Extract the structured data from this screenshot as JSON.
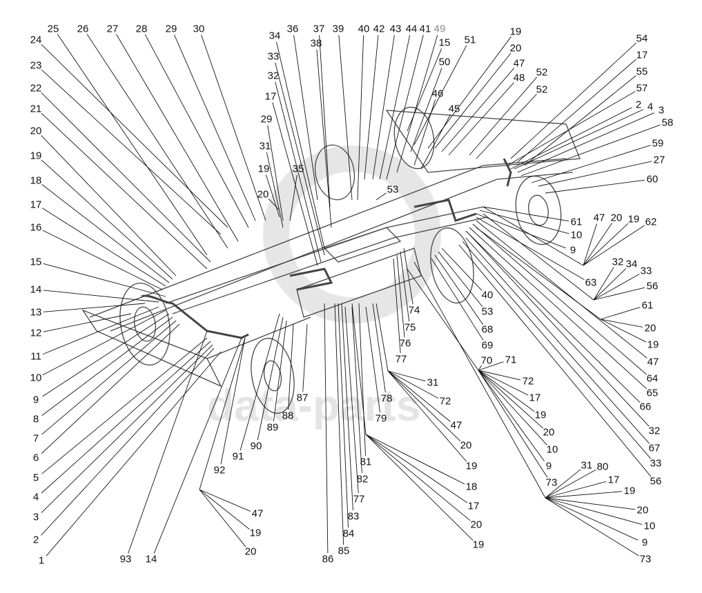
{
  "diagram": {
    "watermark": "data-parts",
    "callouts": [
      "24",
      "23",
      "22",
      "21",
      "20",
      "19",
      "18",
      "17",
      "16",
      "15",
      "14",
      "13",
      "12",
      "11",
      "10",
      "9",
      "8",
      "7",
      "6",
      "5",
      "4",
      "3",
      "2",
      "1",
      "25",
      "26",
      "27",
      "28",
      "29",
      "30",
      "34",
      "36",
      "37",
      "39",
      "38",
      "40",
      "42",
      "43",
      "44",
      "41",
      "49",
      "15",
      "51",
      "50",
      "19",
      "20",
      "47",
      "48",
      "52",
      "52",
      "46",
      "45",
      "33",
      "32",
      "17",
      "29",
      "31",
      "19",
      "35",
      "20",
      "53",
      "54",
      "17",
      "55",
      "57",
      "2",
      "4",
      "3",
      "58",
      "59",
      "27",
      "60",
      "61",
      "10",
      "9",
      "47",
      "20",
      "19",
      "62",
      "63",
      "32",
      "34",
      "33",
      "56",
      "61",
      "20",
      "19",
      "47",
      "64",
      "65",
      "66",
      "32",
      "67",
      "33",
      "56",
      "40",
      "53",
      "68",
      "69",
      "74",
      "75",
      "76",
      "77",
      "70",
      "71",
      "72",
      "17",
      "19",
      "20",
      "10",
      "9",
      "73",
      "31",
      "72",
      "47",
      "20",
      "19",
      "78",
      "79",
      "81",
      "82",
      "77",
      "83",
      "84",
      "85",
      "86",
      "18",
      "17",
      "20",
      "19",
      "31",
      "80",
      "17",
      "19",
      "20",
      "10",
      "9",
      "73",
      "87",
      "88",
      "89",
      "90",
      "91",
      "92",
      "47",
      "19",
      "20",
      "93",
      "14"
    ],
    "muted_callout_index": 40
  }
}
